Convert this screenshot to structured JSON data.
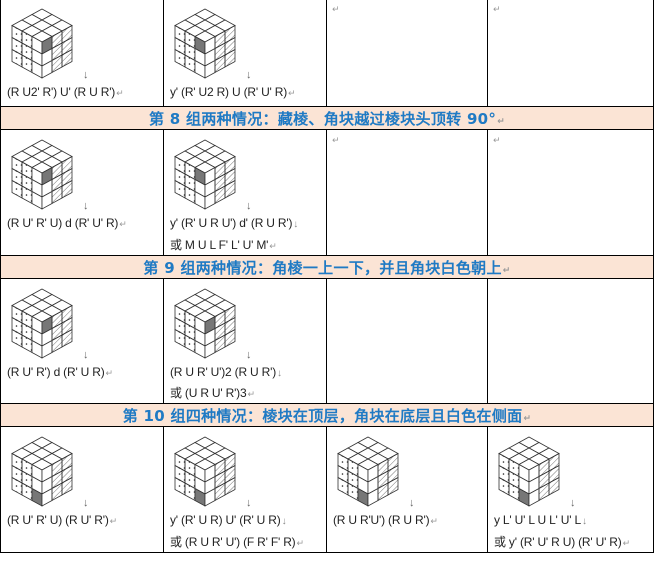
{
  "headers": {
    "group8": "第 8 组两种情况：藏棱、角块越过棱块头顶转 90°",
    "group9": "第 9 组两种情况：角棱一上一下，并且角块白色朝上",
    "group10": "第 10 组四种情况：棱块在顶层，角块在底层且白色在侧面"
  },
  "arrow": "↓",
  "row1": [
    {
      "line1": "(R U2' R') U' (R U R')"
    },
    {
      "line1": "y' (R' U2 R) U (R' U' R)"
    }
  ],
  "row2": [
    {
      "line1": "(R U' R' U) d (R' U' R)"
    },
    {
      "line1": "y' (R' U R U') d' (R U R')",
      "line2": "或 M U L F' L' U' M'"
    }
  ],
  "row3": [
    {
      "line1": "(R U' R') d (R' U R)"
    },
    {
      "line1": "(R U R' U')2 (R U R')",
      "line2": "或 (U R U' R')3"
    }
  ],
  "row4": [
    {
      "line1": "(R U' R' U) (R U' R')"
    },
    {
      "line1": "y' (R' U R) U' (R' U R)",
      "line2": "或 (R U R' U') (F R' F' R)"
    },
    {
      "line1": "(R U R'U') (R U R')"
    },
    {
      "line1": "y L' U' L U L' U' L",
      "line2": "或 y' (R' U' R U) (R' U' R)"
    }
  ],
  "colors": {
    "header_bg": "#fbe4d5",
    "header_text": "#1f7ac4",
    "sticker_gray": "#777777"
  }
}
